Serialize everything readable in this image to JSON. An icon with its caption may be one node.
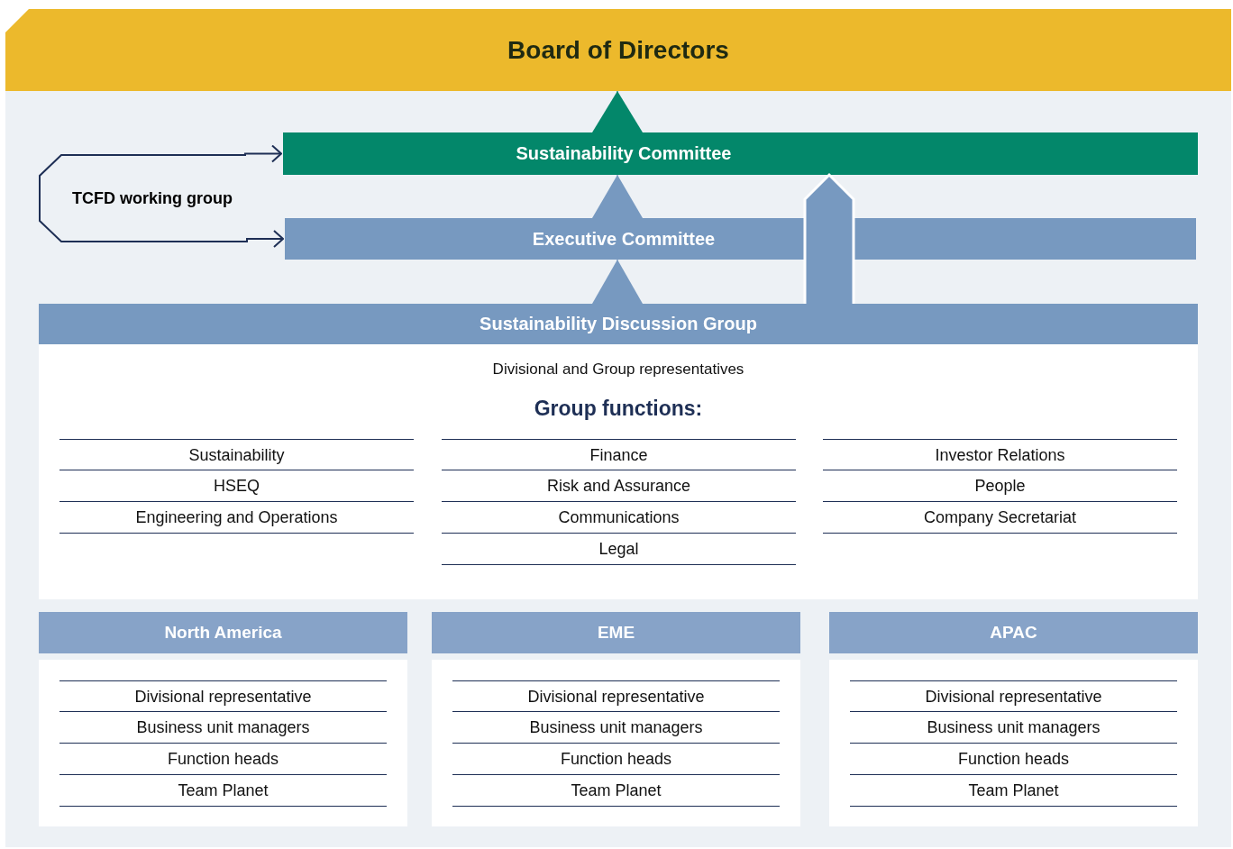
{
  "diagram": {
    "nodes": [
      {
        "text": [
          "Board of Directors"
        ]
      },
      {
        "text": [
          "TCFD working group"
        ]
      },
      {
        "text": [
          "Sustainability Committee"
        ]
      },
      {
        "text": [
          "Executive Committee"
        ]
      },
      {
        "text": [
          "Sustainability Discussion Group"
        ]
      },
      {
        "text": [
          "Divisional and Group representatives",
          "Group functions:",
          "Sustainability",
          "Finance",
          "Investor Relations",
          "HSEQ",
          "Risk and Assurance",
          "People",
          "Engineering and Operations",
          "Communications",
          "Company Secretariat",
          "Legal"
        ]
      },
      {
        "text": [
          "North America"
        ]
      },
      {
        "text": [
          "Divisional representative",
          "Business unit managers",
          "Function heads",
          "Team Planet"
        ]
      },
      {
        "text": [
          "EME"
        ]
      },
      {
        "text": [
          "Divisional representative",
          "Business unit managers",
          "Function heads",
          "Team Planet"
        ]
      },
      {
        "text": [
          "APAC"
        ]
      },
      {
        "text": [
          "Divisional representative",
          "Business unit managers",
          "Function heads",
          "Team Planet"
        ]
      }
    ],
    "edges": [
      {
        "from": 1,
        "to": 2,
        "arrow": "to",
        "color": "#1e2f55"
      },
      {
        "from": 1,
        "to": 3,
        "arrow": "to",
        "color": "#1e2f55"
      },
      {
        "from": 2,
        "to": 0,
        "arrow": "to",
        "color": "#03876a"
      },
      {
        "from": 3,
        "to": 2,
        "arrow": "to",
        "color": "#7799c0"
      },
      {
        "from": 4,
        "to": 3,
        "arrow": "to",
        "color": "#7799c0"
      },
      {
        "from": 4,
        "to": 2,
        "arrow": "to",
        "color": "#7799c0"
      }
    ]
  }
}
